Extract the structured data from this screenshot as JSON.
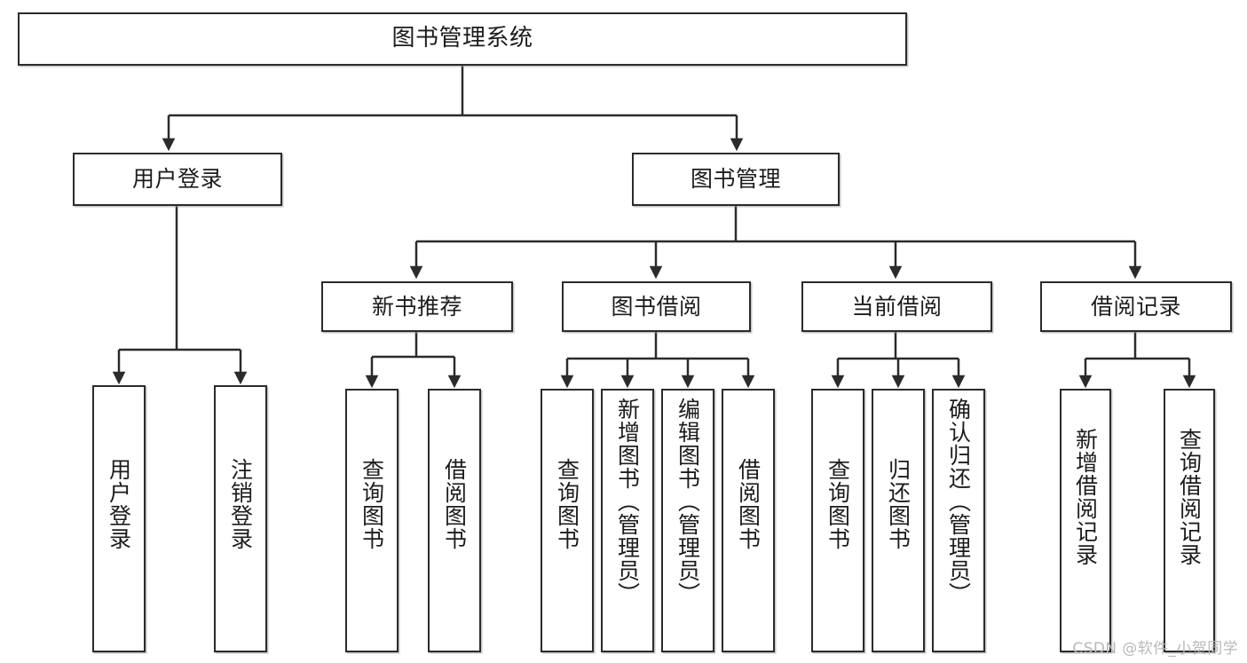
{
  "diagram": {
    "type": "tree-hierarchy",
    "title": "图书管理系统",
    "watermark": "CSDN @软件_小贺同学",
    "colors": {
      "stroke": "#2b2b2b",
      "fill": "#ffffff",
      "text": "#1c1c1c",
      "watermark": "#b9b9b9"
    },
    "nodes": {
      "root": {
        "label": "图书管理系统"
      },
      "level1": [
        {
          "id": "user-login",
          "label": "用户登录"
        },
        {
          "id": "book-manage",
          "label": "图书管理"
        }
      ],
      "level2": [
        {
          "id": "new-book-recommend",
          "label": "新书推荐"
        },
        {
          "id": "book-borrow",
          "label": "图书借阅"
        },
        {
          "id": "current-borrow",
          "label": "当前借阅"
        },
        {
          "id": "borrow-record",
          "label": "借阅记录"
        }
      ],
      "leaves": {
        "user_login": [
          {
            "id": "leaf-user-login",
            "label": "用户登录"
          },
          {
            "id": "leaf-logout-login",
            "label": "注销登录"
          }
        ],
        "new_book_recommend": [
          {
            "id": "leaf-query-book-1",
            "label": "查询图书"
          },
          {
            "id": "leaf-borrow-book-1",
            "label": "借阅图书"
          }
        ],
        "book_borrow": [
          {
            "id": "leaf-query-book-2",
            "label": "查询图书"
          },
          {
            "id": "leaf-add-book",
            "label": "新增图书（管理员）"
          },
          {
            "id": "leaf-edit-book",
            "label": "编辑图书（管理员）"
          },
          {
            "id": "leaf-borrow-book-2",
            "label": "借阅图书"
          }
        ],
        "current_borrow": [
          {
            "id": "leaf-query-book-3",
            "label": "查询图书"
          },
          {
            "id": "leaf-return-book",
            "label": "归还图书"
          },
          {
            "id": "leaf-confirm-return",
            "label": "确认归还（管理员）"
          }
        ],
        "borrow_record": [
          {
            "id": "leaf-add-record",
            "label": "新增借阅记录"
          },
          {
            "id": "leaf-query-record",
            "label": "查询借阅记录"
          }
        ]
      }
    }
  }
}
